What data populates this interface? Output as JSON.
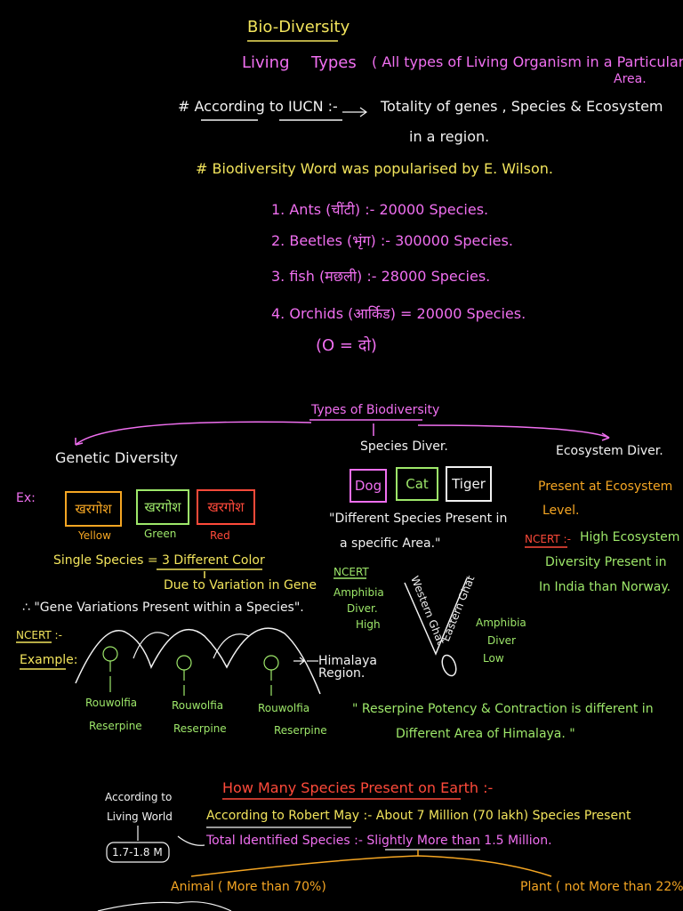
{
  "title": "Bio-Diversity",
  "intro": {
    "living": "Living",
    "types": "Types",
    "definition": "( All types of Living Organism in a Particular }",
    "definition_tail": "Area."
  },
  "iucn": {
    "label": "# According to IUCN :-",
    "text": "Totality of genes , Species & Ecosystem",
    "text2": "in a region."
  },
  "wilson": "# Biodiversity Word was popularised by E. Wilson.",
  "species_list": [
    "1. Ants (चींटी) :- 20000 Species.",
    "2. Beetles (भृंग) :- 300000 Species.",
    "3. fish (मछली) :- 28000 Species.",
    "4. Orchids (आर्किड) = 20000 Species."
  ],
  "orchid_note": "(O = दो)",
  "types_heading": "Types of Biodiversity",
  "genetic": {
    "heading": "Genetic Diversity",
    "ex": "Ex:",
    "boxes": [
      "खरगोश",
      "खरगोश",
      "खरगोश"
    ],
    "box_colors": [
      "#f5a623",
      "#9ee86a",
      "#ff4a3a"
    ],
    "box_labels": [
      "Yellow",
      "Green",
      "Red"
    ],
    "single": "Single Species = 3 Different Color",
    "due_to": "Due to Variation in Gene",
    "gene_var": "∴ \"Gene Variations Present within a Species\".",
    "ncert": "NCERT :-",
    "example": "Example:",
    "himalaya": "Himalaya Region.",
    "plants": [
      "Rouwolfia",
      "Rouwolfia",
      "Rouwolfia"
    ],
    "reserpine": [
      "Reserpine",
      "Reserpine",
      "Reserpine"
    ],
    "reserpine_note": "\" Reserpine Potency & Contraction is different in",
    "reserpine_note2": "Different Area of Himalaya. \""
  },
  "species": {
    "heading": "Species Diver.",
    "boxes": [
      "Dog",
      "Cat",
      "Tiger"
    ],
    "box_colors": [
      "#f06ff0",
      "#9ee86a",
      "#f2f2f2"
    ],
    "desc": "\"Different Species Present in",
    "desc2": "a specific Area.\"",
    "ncert": "NCERT",
    "amphibia_high": [
      "Amphibia",
      "Diver.",
      "High"
    ],
    "western": "Western Ghat",
    "eastern": "Eastern Ghat",
    "amphibia_low": [
      "Amphibia",
      "Diver",
      "Low"
    ]
  },
  "ecosystem": {
    "heading": "Ecosystem Diver.",
    "present": "Present at Ecosystem",
    "level": "Level.",
    "ncert": "NCERT :-",
    "high": "High Ecosystem",
    "diversity": "Diversity Present in",
    "india": "In India than Norway."
  },
  "how_many": {
    "heading": "How Many Species Present on Earth :-",
    "may": "According to Robert May :- About 7 Million (70 lakh) Species Present",
    "identified": "Total Identified Species :- Slightly More than 1.5 Million.",
    "according_to": "According to",
    "living_world": "Living World",
    "range": "1.7-1.8 M",
    "animal": "Animal ( More than 70%)",
    "plant": "Plant ( not More than 22%)"
  }
}
